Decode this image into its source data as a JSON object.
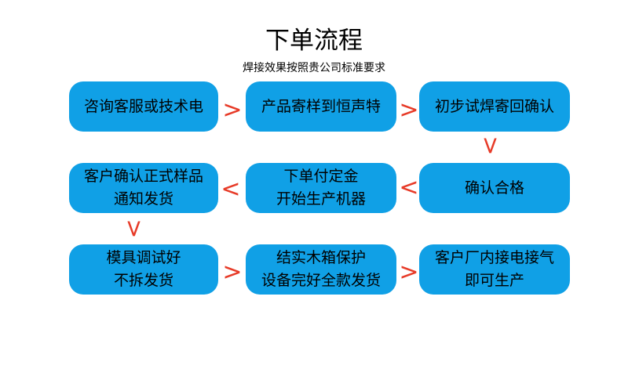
{
  "header": {
    "title": "下单流程",
    "subtitle": "焊接效果按照贵公司标准要求"
  },
  "colors": {
    "box_fill": "#10a0e6",
    "arrow_red": "#e73b28",
    "text": "#000000",
    "background": "#ffffff"
  },
  "flow": {
    "boxes": [
      {
        "lines": [
          "咨询客服或技术电"
        ]
      },
      {
        "lines": [
          "产品寄样到恒声特"
        ]
      },
      {
        "lines": [
          "初步试焊寄回确认"
        ]
      },
      {
        "lines": [
          "客户确认正式样品",
          "通知发货"
        ]
      },
      {
        "lines": [
          "下单付定金",
          "开始生产机器"
        ]
      },
      {
        "lines": [
          "确认合格"
        ]
      },
      {
        "lines": [
          "模具调试好",
          "不拆发货"
        ]
      },
      {
        "lines": [
          "结实木箱保护",
          "设备完好全款发货"
        ]
      },
      {
        "lines": [
          "客户厂内接电接气",
          "即可生产"
        ]
      }
    ],
    "arrows": [
      {
        "glyph": ">",
        "direction": "right"
      },
      {
        "glyph": ">",
        "direction": "right"
      },
      {
        "glyph": ">",
        "direction": "down"
      },
      {
        "glyph": "<",
        "direction": "left"
      },
      {
        "glyph": "<",
        "direction": "left"
      },
      {
        "glyph": ">",
        "direction": "down"
      },
      {
        "glyph": ">",
        "direction": "right"
      },
      {
        "glyph": ">",
        "direction": "right"
      }
    ]
  }
}
